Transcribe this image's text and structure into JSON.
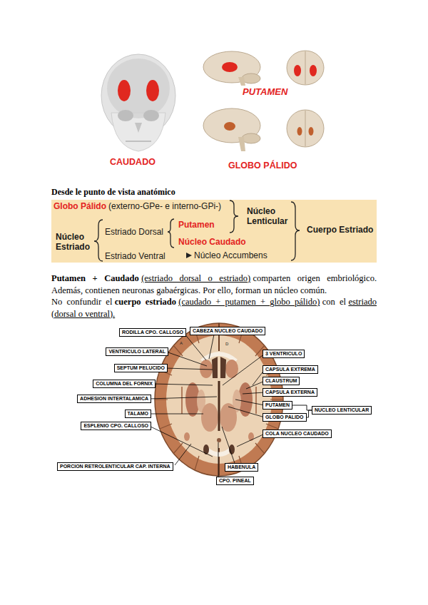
{
  "diagram": {
    "nodes": [
      {
        "text": [
          "Globo Pálido",
          "(externo-GPe- e interno-GPi-)",
          "Núcleo Lenticular",
          "Cuerpo Estriado",
          "Núcleo Estriado",
          "Estriado Dorsal",
          "Putamen",
          "Núcleo Caudado",
          "Estriado Ventral",
          "Núcleo Accumbens"
        ]
      },
      {
        "text": [
          "RODILLA CPO. CALLOSO"
        ]
      },
      {
        "text": [
          "CABEZA NUCLEO CAUDADO"
        ]
      },
      {
        "text": [
          "VENTRICULO LATERAL"
        ]
      },
      {
        "text": [
          "3 VENTRICULO"
        ]
      },
      {
        "text": [
          "SEPTUM PELUCIDO"
        ]
      },
      {
        "text": [
          "CAPSULA EXTREMA"
        ]
      },
      {
        "text": [
          "COLUMNA DEL FORNIX"
        ]
      },
      {
        "text": [
          "CLAUSTRUM"
        ]
      },
      {
        "text": [
          "CAPSULA EXTERNA"
        ]
      },
      {
        "text": [
          "ADHESION INTERTALAMICA"
        ]
      },
      {
        "text": [
          "PUTAMEN"
        ]
      },
      {
        "text": [
          "NUCLEO LENTICULAR"
        ]
      },
      {
        "text": [
          "TALAMO"
        ]
      },
      {
        "text": [
          "GLOBO PALIDO"
        ]
      },
      {
        "text": [
          "ESPLENIO CPO. CALLOSO"
        ]
      },
      {
        "text": [
          "COLA NUCLEO CAUDADO"
        ]
      },
      {
        "text": [
          "PORCION RETROLENTICULAR CAP. INTERNA"
        ]
      },
      {
        "text": [
          "HABENULA"
        ]
      },
      {
        "text": [
          "CPO. PINEAL"
        ]
      }
    ],
    "edges": [
      {
        "from": 11,
        "to": 12,
        "arrow": "none"
      },
      {
        "from": 14,
        "to": 12,
        "arrow": "none"
      }
    ],
    "labels": [
      "CAUDADO",
      "PUTAMEN",
      "GLOBO PÁLIDO",
      "Desde le punto de vista anatómico",
      "Putamen + Caudado",
      "(estriado dorsal o estriado)",
      "comparten origen embriológico. Además, contienen neuronas gabaérgicas. Por ello, forman un núcleo común.",
      "No confundir el",
      "cuerpo estriado",
      "(caudado + putamen + globo pálido)",
      "con el",
      "estriado (dorsal o ventral).",
      "A",
      "D"
    ]
  }
}
